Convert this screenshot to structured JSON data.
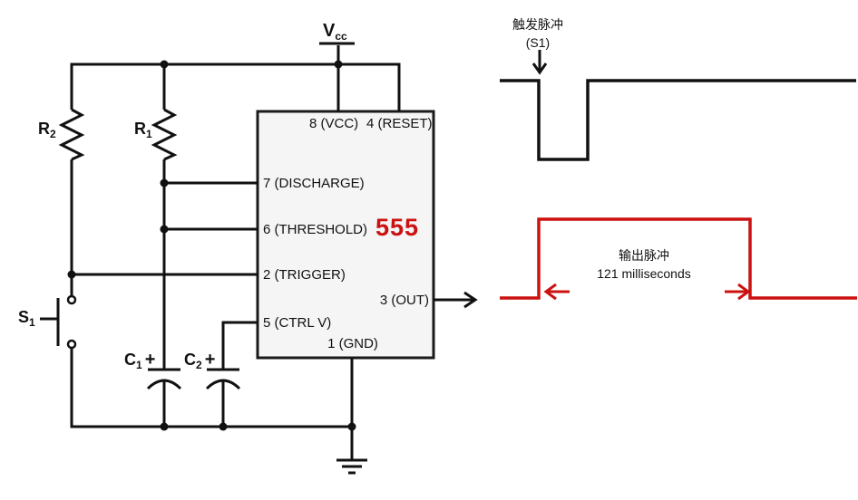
{
  "colors": {
    "background": "#ffffff",
    "wire": "#111111",
    "accent_red": "#cc1111",
    "ic_fill": "#f5f5f5",
    "ic_border": "#1a1a1a"
  },
  "circuit": {
    "power": {
      "main": "V",
      "sub": "cc"
    },
    "resistor_r2": {
      "main": "R",
      "sub": "2"
    },
    "resistor_r1": {
      "main": "R",
      "sub": "1"
    },
    "switch_s1": {
      "main": "S",
      "sub": "1"
    },
    "capacitor_c1": {
      "main": "C",
      "sub": "1",
      "polarity": "+"
    },
    "capacitor_c2": {
      "main": "C",
      "sub": "2",
      "polarity": "+"
    },
    "ic": {
      "name": "555",
      "pin_vcc": "8 (VCC)",
      "pin_reset": "4 (RESET)",
      "pin_discharge": "7 (DISCHARGE)",
      "pin_threshold": "6 (THRESHOLD)",
      "pin_trigger": "2 (TRIGGER)",
      "pin_out": "3 (OUT)",
      "pin_ctrl": "5 (CTRL V)",
      "pin_gnd": "1 (GND)"
    }
  },
  "waveforms": {
    "trigger_pulse": {
      "title": "触发脉冲",
      "source": "(S1)"
    },
    "output_pulse": {
      "title": "输出脉冲",
      "duration": "121 milliseconds"
    }
  }
}
